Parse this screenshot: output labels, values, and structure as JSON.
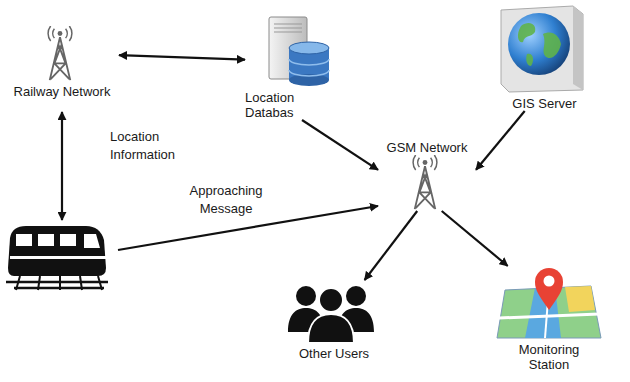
{
  "diagram": {
    "nodes": [
      {
        "text": [
          "Railway Network"
        ]
      },
      {
        "text": [
          "Location Databas"
        ]
      },
      {
        "text": [
          "GIS Server"
        ]
      },
      {
        "text": [
          "GSM Network"
        ]
      },
      {
        "text": [
          "Other Users"
        ]
      },
      {
        "text": [
          "Monitoring Station"
        ]
      }
    ],
    "edges": [
      {
        "from": 0,
        "to": 1,
        "arrow": "both"
      },
      {
        "from": 1,
        "to": 3,
        "arrow": "to"
      },
      {
        "from": 2,
        "to": 3,
        "arrow": "to"
      },
      {
        "from": 3,
        "to": 4,
        "arrow": "to"
      },
      {
        "from": 3,
        "to": 5,
        "arrow": "to"
      }
    ],
    "labels": [
      "Location Information",
      "Approaching Message"
    ]
  }
}
